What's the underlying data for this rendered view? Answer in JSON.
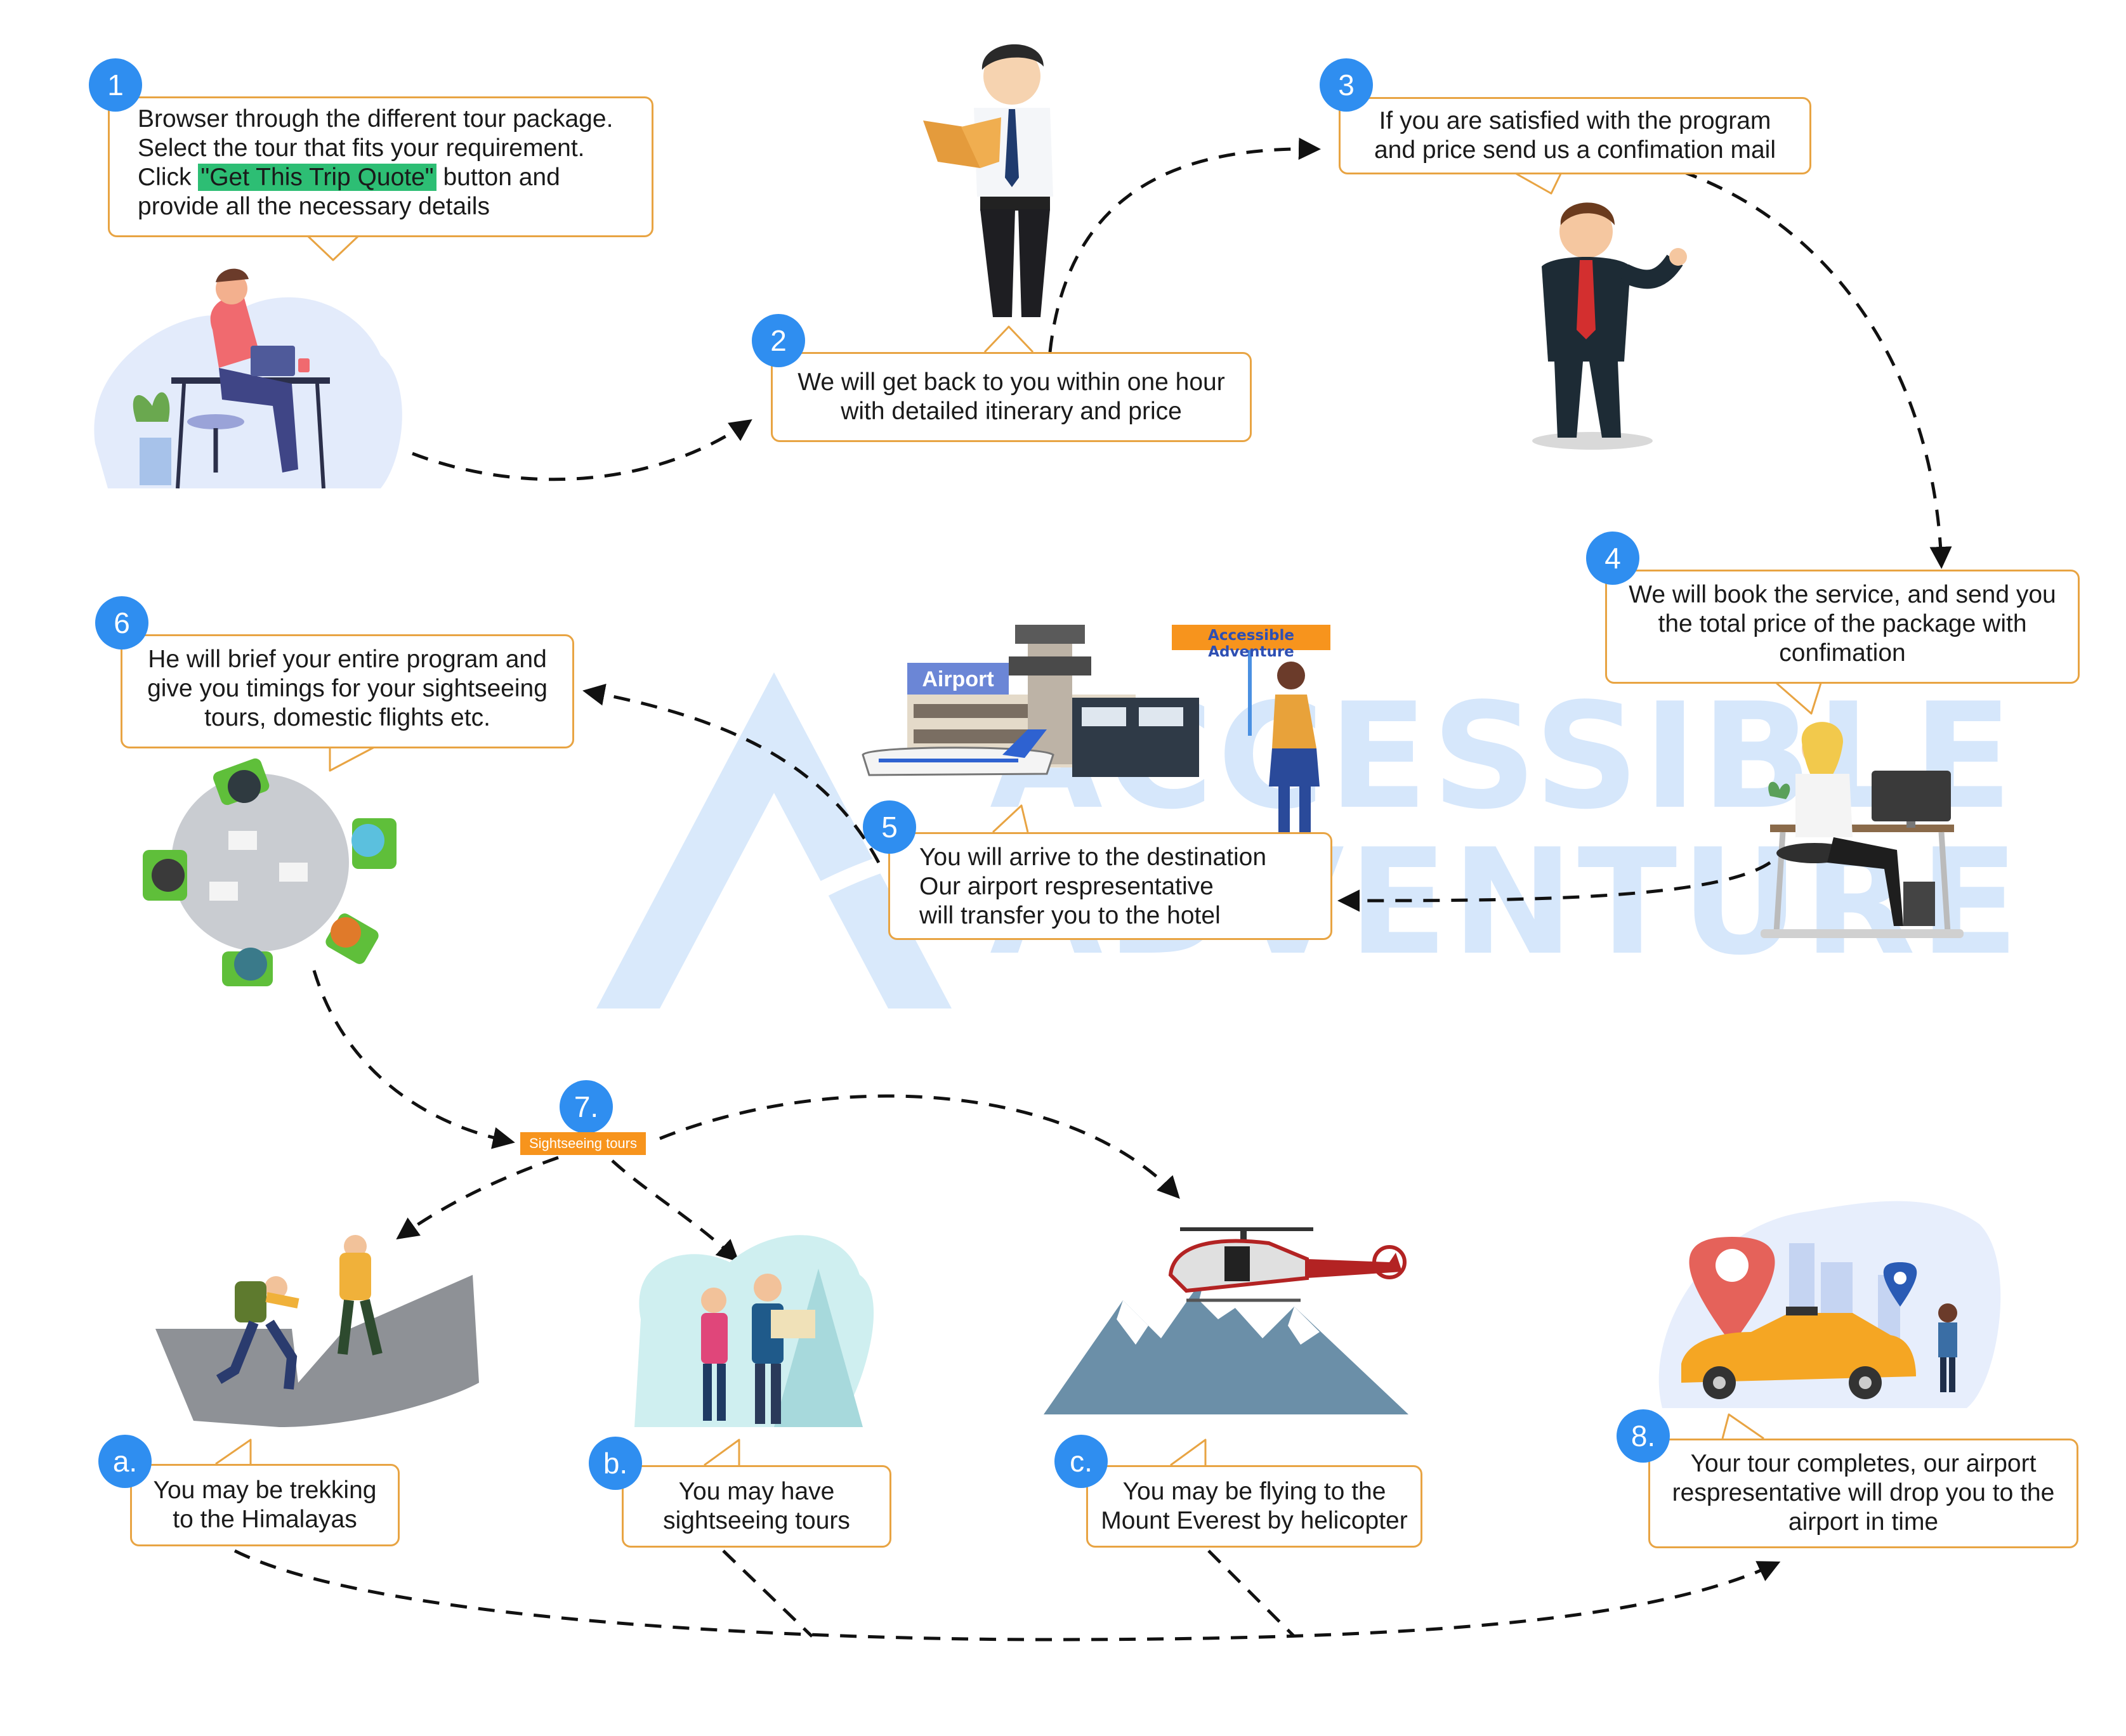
{
  "watermark": {
    "line1": "ACCESSIBLE",
    "line2": "ADVENTURE"
  },
  "colors": {
    "badge": "#2f8ef0",
    "box_border": "#e8a443",
    "highlight": "#2dbe74",
    "tag": "#f7941d",
    "watermark": "#cfe3fb"
  },
  "steps": {
    "s1": {
      "badge": "1",
      "lines": [
        "Browser through the different tour package.",
        "Select the tour that fits your requirement."
      ],
      "click_prefix": "Click ",
      "button_text": "\"Get This Trip Quote\"",
      "click_suffix": " button and",
      "last_line": "provide all the necessary details"
    },
    "s2": {
      "badge": "2",
      "lines": [
        "We will get back to you within one hour",
        "with detailed itinerary and price"
      ]
    },
    "s3": {
      "badge": "3",
      "lines": [
        "If you are satisfied with the program",
        "and price send us a confimation mail"
      ]
    },
    "s4": {
      "badge": "4",
      "lines": [
        "We will book the service, and send you",
        "the total price of the package with",
        "confimation"
      ]
    },
    "s5": {
      "badge": "5",
      "lines": [
        "You will arrive to the destination",
        "Our airport respresentative",
        "will transfer you to the hotel"
      ]
    },
    "s6": {
      "badge": "6",
      "lines": [
        "He will brief your entire program and",
        "give you timings for your sightseeing",
        "tours, domestic flights etc."
      ]
    },
    "s7": {
      "badge": "7.",
      "tag": "Sightseeing tours"
    },
    "sa": {
      "badge": "a.",
      "lines": [
        "You may be trekking",
        "to the Himalayas"
      ]
    },
    "sb": {
      "badge": "b.",
      "lines": [
        "You may have",
        "sightseeing tours"
      ]
    },
    "sc": {
      "badge": "c.",
      "lines": [
        "You may be flying to the",
        "Mount Everest by helicopter"
      ]
    },
    "s8": {
      "badge": "8.",
      "lines": [
        "Your tour completes, our airport",
        "respresentative will drop you to the",
        "airport in time"
      ]
    }
  },
  "airport_sign": "Airport",
  "held_sign": "Accessible Adventure",
  "icons": [
    "person-at-laptop-icon",
    "man-reading-icon",
    "businessman-thumbs-up-icon",
    "receptionist-at-desk-icon",
    "airport-terminal-icon",
    "meeting-table-icon",
    "trekkers-icon",
    "hikers-with-map-icon",
    "helicopter-over-mountains-icon",
    "taxi-with-map-pins-icon"
  ]
}
